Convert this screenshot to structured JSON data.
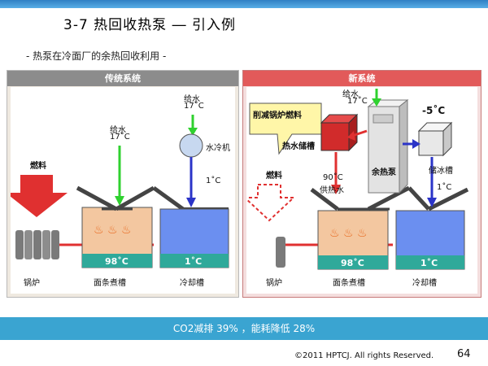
{
  "header": {
    "title": "3-7  热回收热泵  ―  引入例",
    "subtitle": "- 热泵在冷面厂的余热回收利用 -"
  },
  "left_panel": {
    "title": "传统系统",
    "fuel": "燃料",
    "boiler": "锅炉",
    "noodle_tank": "面条煮槽",
    "cooling_tank": "冷却槽",
    "feed_water_1": "给水",
    "feed_water_1_temp": "17˚C",
    "feed_water_2": "给水",
    "feed_water_2_temp": "17˚C",
    "water_chiller": "水冷机",
    "chilled_temp": "1˚C",
    "noodle_temp": "98˚C",
    "cool_temp": "1˚C"
  },
  "right_panel": {
    "title": "新系统",
    "callout": "削减锅炉燃料",
    "fuel": "燃料",
    "boiler": "锅炉",
    "noodle_tank": "面条煮槽",
    "cooling_tank": "冷却槽",
    "feed_water": "给水",
    "feed_water_temp": "17˚C",
    "hot_water_tank": "热水储槽",
    "heat_pump": "余热泵",
    "ice_tank_temp": "-5˚C",
    "ice_tank": "储冰槽",
    "supply_temp": "90˚C",
    "supply_label": "供热水",
    "chilled_temp": "1˚C",
    "noodle_temp": "98˚C",
    "cool_temp": "1˚C"
  },
  "banner": "CO2减排 39%  ，能耗降低 28%",
  "footer": {
    "copyright": "©2011 HPTCJ. All rights Reserved.",
    "page": "64"
  },
  "colors": {
    "red": "#e03030",
    "blue": "#2b34c8",
    "green": "#2fd12f",
    "orange_tank": "#f3c7a0",
    "blue_tank": "#6b8ff0",
    "teal": "#2fa99a",
    "banner": "#3aa4d1"
  }
}
